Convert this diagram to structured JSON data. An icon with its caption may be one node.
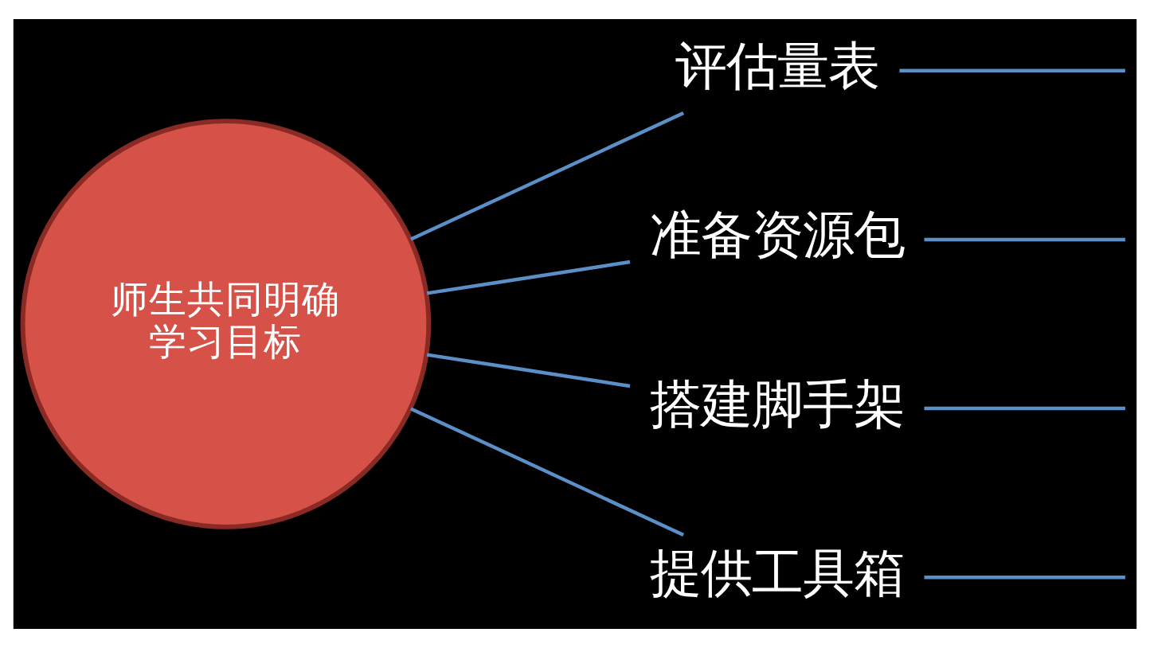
{
  "diagram": {
    "nodes": [
      {
        "text": [
          "师生共同明确学习目标"
        ]
      },
      {
        "text": [
          "评估量表"
        ]
      },
      {
        "text": [
          "准备资源包"
        ]
      },
      {
        "text": [
          "搭建脚手架"
        ]
      },
      {
        "text": [
          "提供工具箱"
        ]
      }
    ],
    "edges": [
      {
        "from": 0,
        "to": 1,
        "arrow": "none"
      },
      {
        "from": 0,
        "to": 2,
        "arrow": "none"
      },
      {
        "from": 0,
        "to": 3,
        "arrow": "none"
      },
      {
        "from": 0,
        "to": 4,
        "arrow": "none"
      },
      {
        "from": 1,
        "to": null,
        "arrow": "none"
      },
      {
        "from": 2,
        "to": null,
        "arrow": "none"
      },
      {
        "from": 3,
        "to": null,
        "arrow": "none"
      },
      {
        "from": 4,
        "to": null,
        "arrow": "none"
      }
    ]
  }
}
